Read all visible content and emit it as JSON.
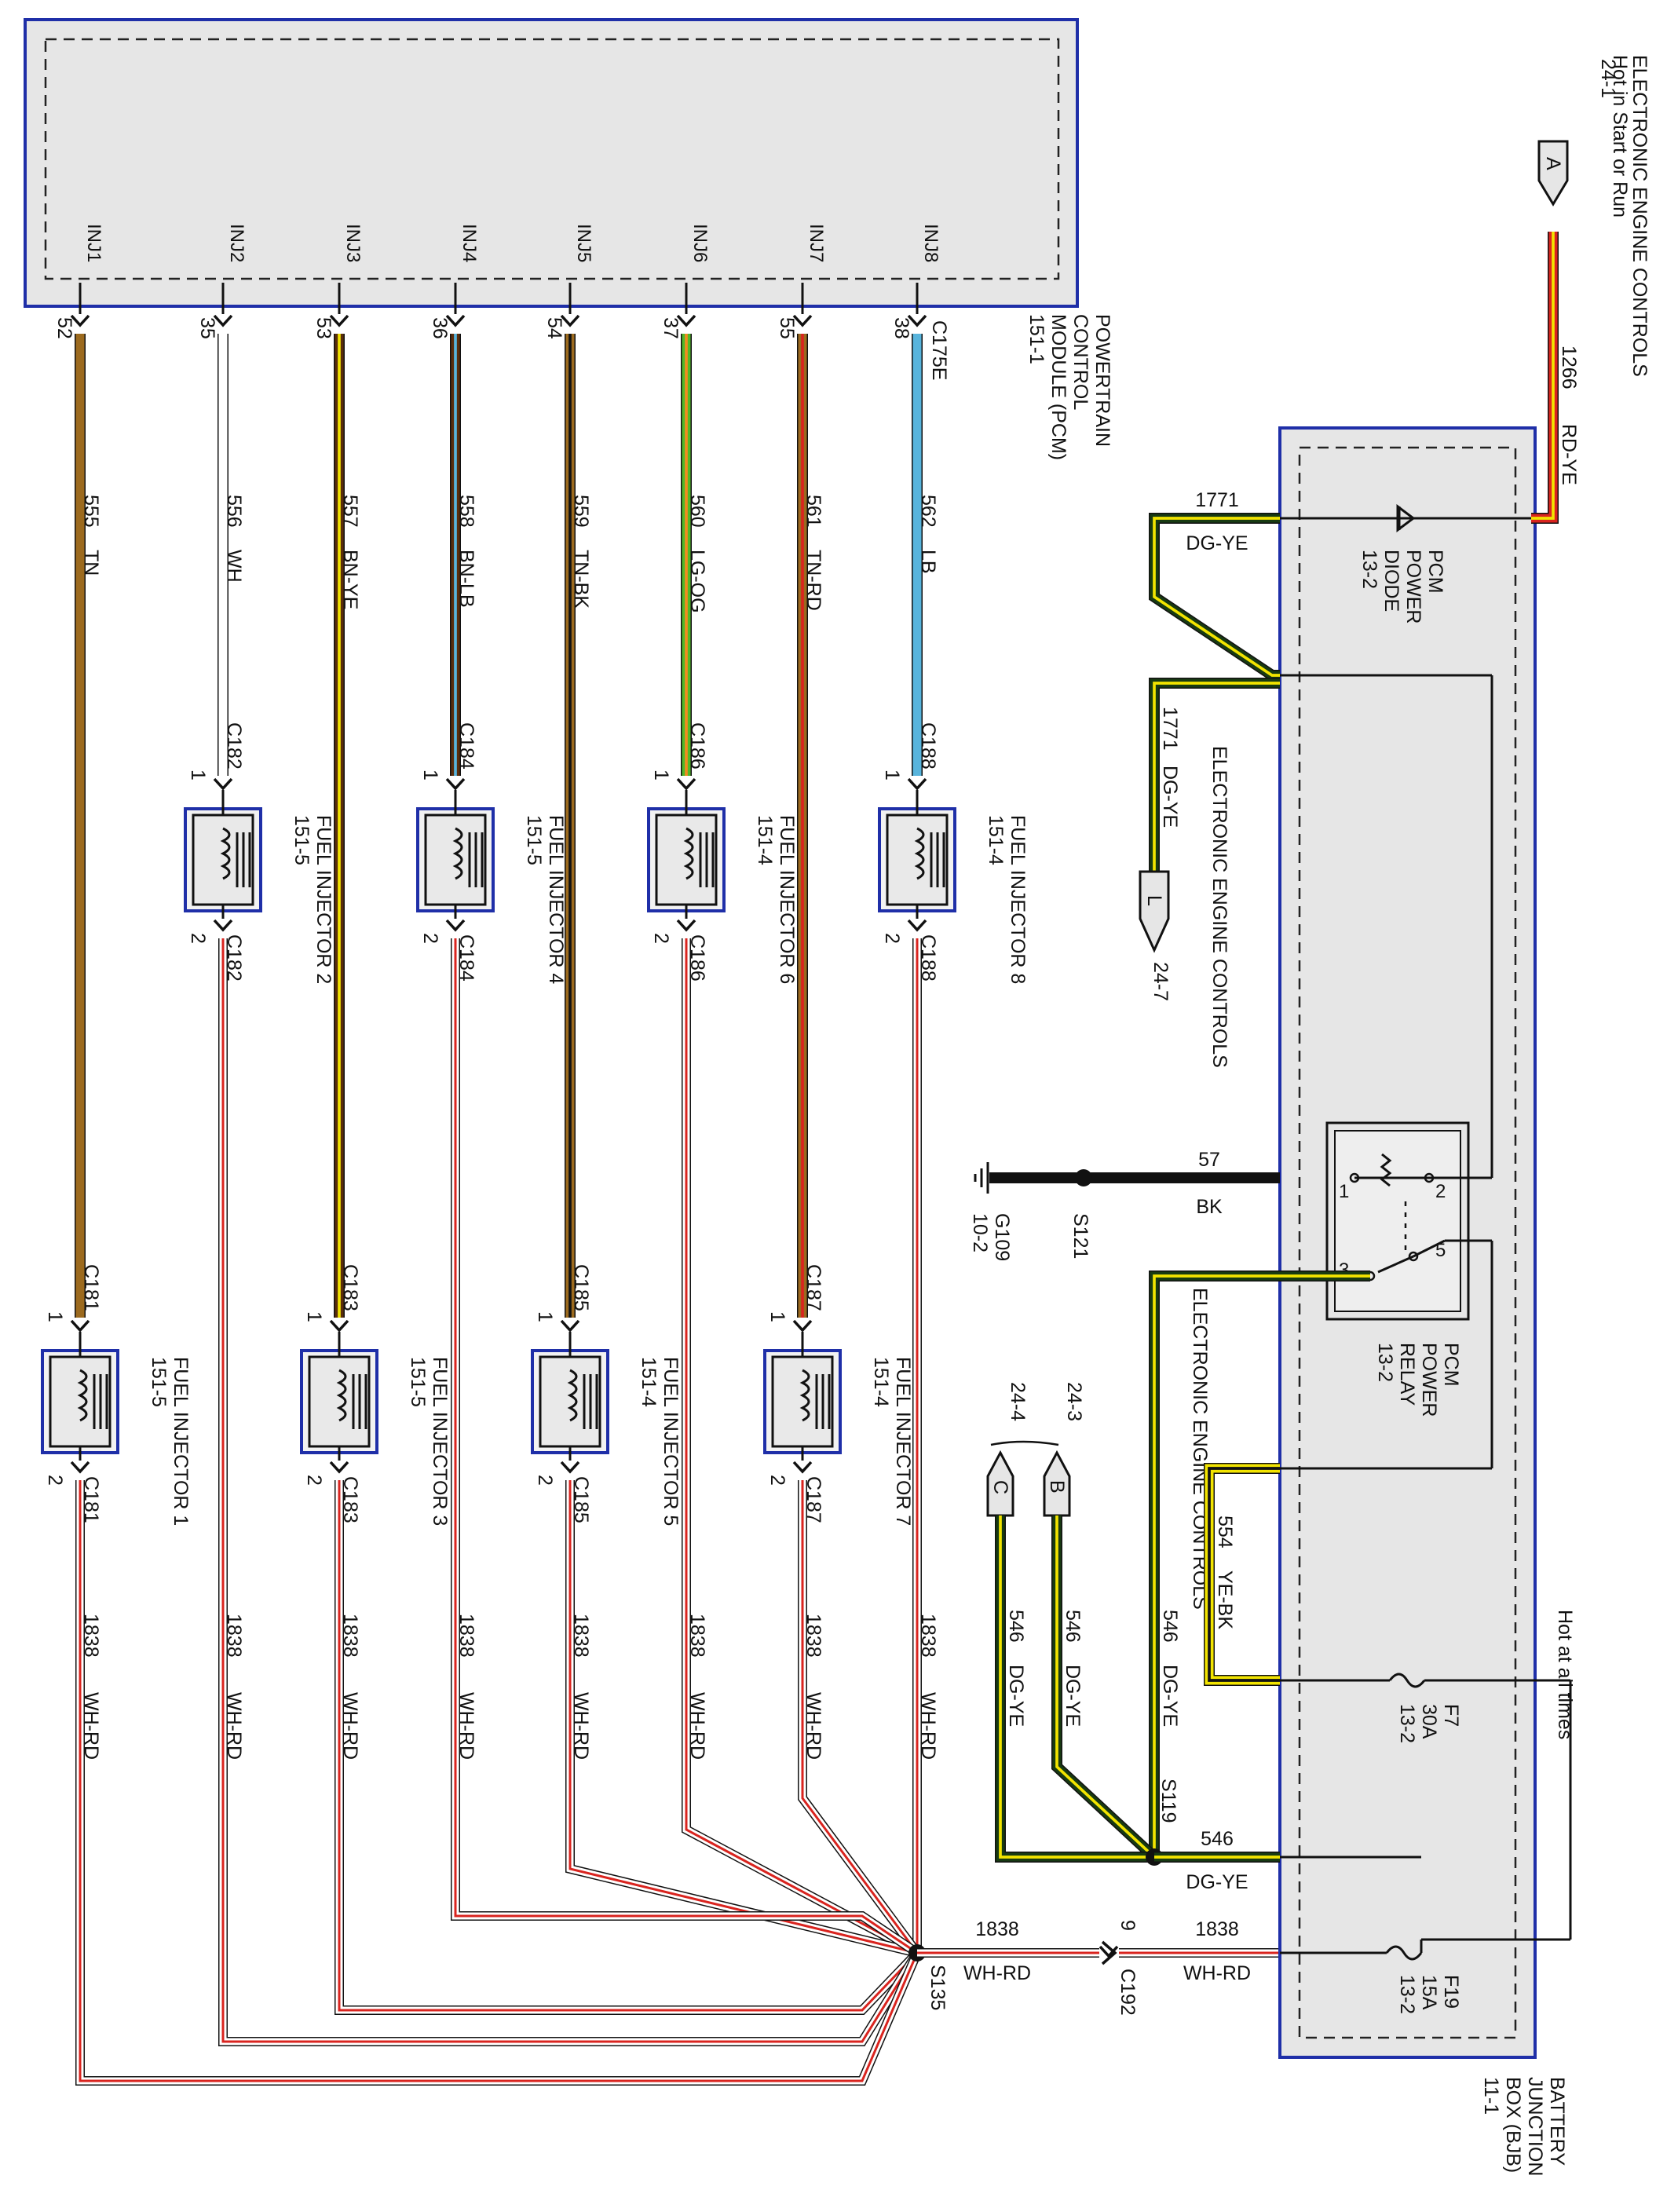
{
  "colors": {
    "module_fill": "#e6e6e6",
    "module_border": "#1f2fa8",
    "dash": "#222222",
    "TN": "#9c6a1e",
    "WH": "#ffffff",
    "BN": "#5a2d0c",
    "YE": "#f2e400",
    "LB": "#58b4dc",
    "BK": "#111111",
    "LG": "#4fb82a",
    "OG": "#f28c1e",
    "RD": "#d9241f",
    "DG": "#173a12"
  },
  "pcm": {
    "name_lines": [
      "POWERTRAIN",
      "CONTROL",
      "MODULE (PCM)",
      "151-1"
    ],
    "connector": "C175E"
  },
  "injector_circuits": [
    {
      "pin_name": "INJ8",
      "pin": "38",
      "circuit": "562",
      "color": "LB",
      "inj": "FUEL INJECTOR 8",
      "page": "151-4",
      "conn": "C188"
    },
    {
      "pin_name": "INJ7",
      "pin": "55",
      "circuit": "561",
      "color": "TN-RD",
      "inj": "FUEL INJECTOR 7",
      "page": "151-4",
      "conn": "C187"
    },
    {
      "pin_name": "INJ6",
      "pin": "37",
      "circuit": "560",
      "color": "LG-OG",
      "inj": "FUEL INJECTOR 6",
      "page": "151-4",
      "conn": "C186"
    },
    {
      "pin_name": "INJ5",
      "pin": "54",
      "circuit": "559",
      "color": "TN-BK",
      "inj": "FUEL INJECTOR 5",
      "page": "151-4",
      "conn": "C185"
    },
    {
      "pin_name": "INJ4",
      "pin": "36",
      "circuit": "558",
      "color": "BN-LB",
      "inj": "FUEL INJECTOR 4",
      "page": "151-5",
      "conn": "C184"
    },
    {
      "pin_name": "INJ3",
      "pin": "53",
      "circuit": "557",
      "color": "BN-YE",
      "inj": "FUEL INJECTOR 3",
      "page": "151-5",
      "conn": "C183"
    },
    {
      "pin_name": "INJ2",
      "pin": "35",
      "circuit": "556",
      "color": "WH",
      "inj": "FUEL INJECTOR 2",
      "page": "151-5",
      "conn": "C182"
    },
    {
      "pin_name": "INJ1",
      "pin": "52",
      "circuit": "555",
      "color": "TN",
      "inj": "FUEL INJECTOR 1",
      "page": "151-5",
      "conn": "C181"
    }
  ],
  "pins": {
    "one": "1",
    "two": "2"
  },
  "return_circuit": {
    "circuit": "1838",
    "color": "WH-RD"
  },
  "splices": {
    "s135": "S135",
    "s119": "S119",
    "s121": "S121"
  },
  "c192": {
    "name": "C192",
    "pin": "9"
  },
  "bjb": {
    "name_lines": [
      "BATTERY",
      "JUNCTION",
      "BOX (BJB)",
      "11-1"
    ],
    "diode_lines": [
      "PCM",
      "POWER",
      "DIODE",
      "13-2"
    ],
    "relay_lines": [
      "PCM",
      "POWER",
      "RELAY",
      "13-2"
    ],
    "relay_pins": [
      "1",
      "2",
      "3",
      "5"
    ],
    "f7_lines": [
      "F7",
      "30A",
      "13-2"
    ],
    "f19_lines": [
      "F19",
      "15A",
      "13-2"
    ],
    "hot_at_all_times": "Hot at all times"
  },
  "eec_top": {
    "lines": [
      "ELECTRONIC ENGINE CONTROLS",
      "Hot in Start or Run"
    ],
    "page": "24-1",
    "letter": "A"
  },
  "eec_l": {
    "title": "ELECTRONIC ENGINE CONTROLS",
    "page": "24-7",
    "letter": "L"
  },
  "eec_bc": {
    "title": "ELECTRONIC ENGINE CONTROLS",
    "page_b": "24-3",
    "page_c": "24-4",
    "letter_b": "B",
    "letter_c": "C"
  },
  "wires": {
    "w1266": {
      "circuit": "1266",
      "color": "RD-YE"
    },
    "w1771": {
      "circuit": "1771",
      "color": "DG-YE"
    },
    "w57": {
      "circuit": "57",
      "color": "BK"
    },
    "w554": {
      "circuit": "554",
      "color": "YE-BK"
    },
    "w546": {
      "circuit": "546",
      "color": "DG-YE"
    }
  },
  "ground": {
    "name": "G109",
    "page": "10-2"
  }
}
